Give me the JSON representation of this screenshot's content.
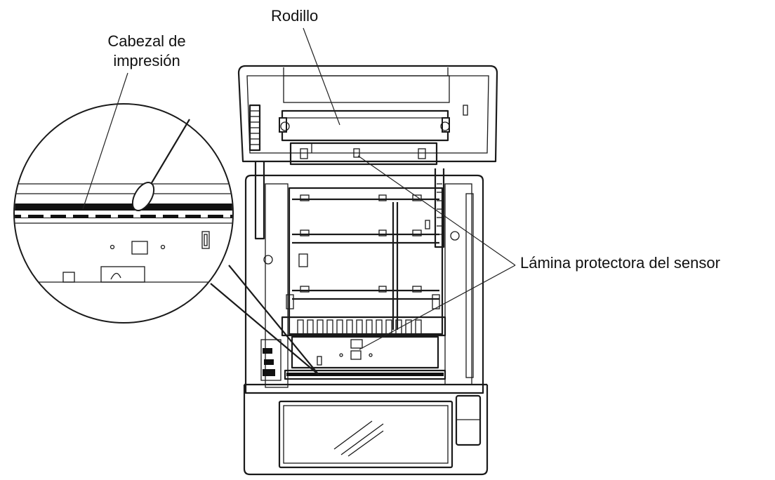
{
  "labels": {
    "roller": "Rodillo",
    "print_head_line1": "Cabezal de",
    "print_head_line2": "impresión",
    "sensor_sheet": "Lámina protectora del sensor"
  },
  "colors": {
    "line": "#1a1a1a",
    "background": "#ffffff"
  }
}
